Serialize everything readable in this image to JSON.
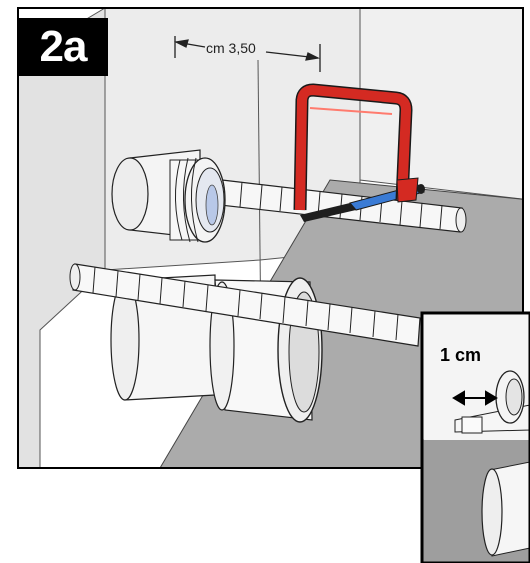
{
  "badge": {
    "label": "2a"
  },
  "measurement": {
    "label": "cm 3,50"
  },
  "inset": {
    "label": "1 cm"
  },
  "colors": {
    "clamp": "#d42a22",
    "pencil": "#3a7bd5",
    "wall": "#e6e6e6",
    "floor": "#a9a9a9",
    "frame": "#000000"
  }
}
